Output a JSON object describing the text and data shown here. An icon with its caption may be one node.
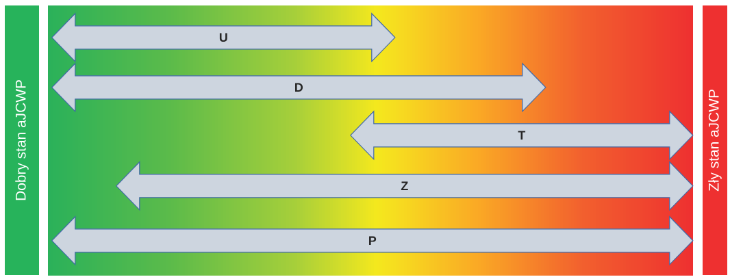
{
  "diagram": {
    "nodes": [
      {
        "text": [
          "Dobry stan aJCWP"
        ]
      },
      {
        "text": [],
        "shape": "box"
      },
      {
        "text": [
          "Zły stan aJCWP"
        ]
      },
      {
        "text": [
          "U"
        ],
        "in": 1
      },
      {
        "text": [
          "D"
        ],
        "in": 1
      },
      {
        "text": [
          "T"
        ],
        "in": 1
      },
      {
        "text": [
          "Z"
        ],
        "in": 1
      },
      {
        "text": [
          "P"
        ],
        "in": 1
      }
    ]
  }
}
